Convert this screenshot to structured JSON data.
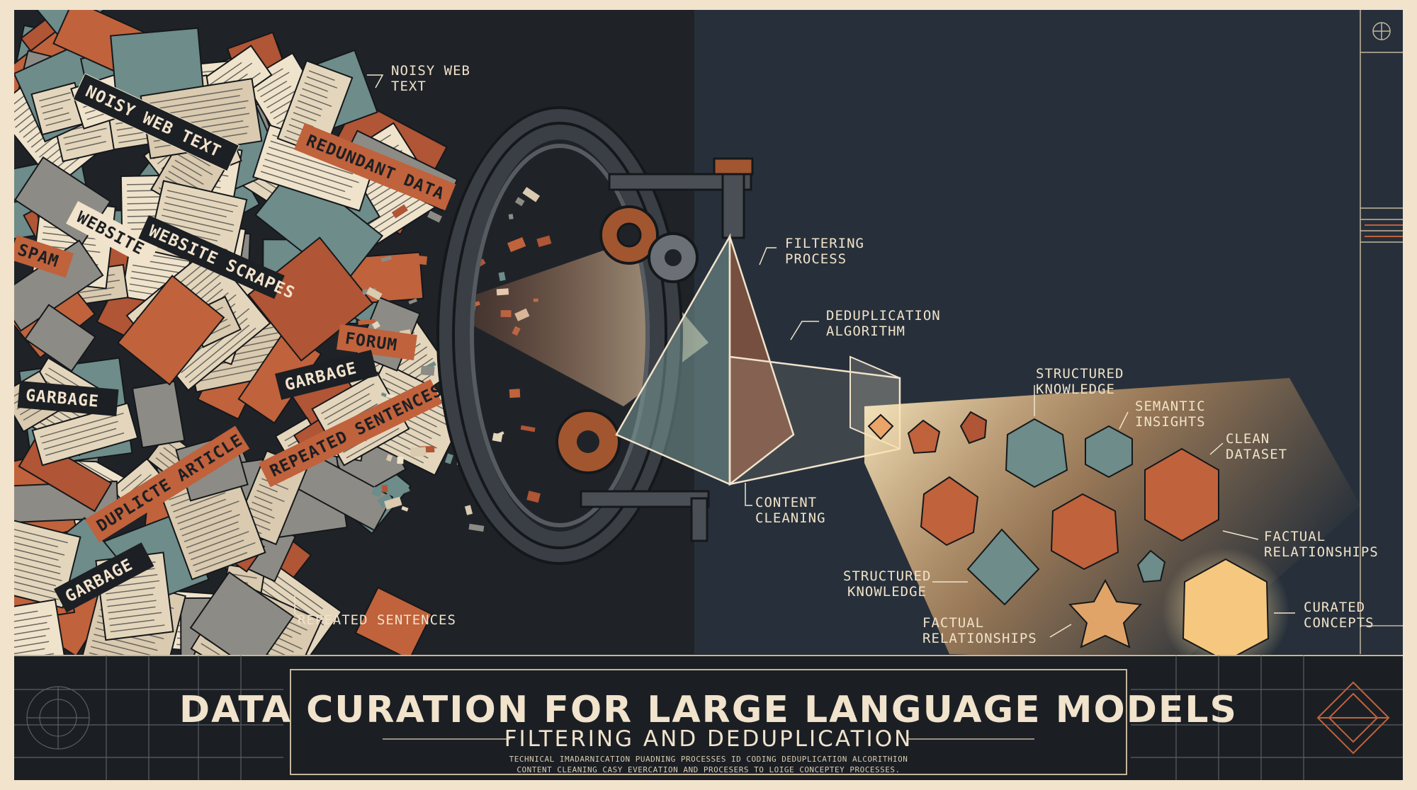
{
  "title": "DATA CURATION FOR LARGE LANGUAGE MODELS",
  "subtitle": "FILTERING AND DEDUPLICATION",
  "description": [
    "TECHNICAL IMADARNICATION PUADNING PROCESSES ID CODING DEDUPLICATION ALCORITHION",
    "CONTENT CLEANING CASY EVERCATION AND PROCESERS TO LOIGE CONCEPTEY PROCESSES."
  ],
  "noise_banners": {
    "noisy_web_text": "NOISY WEB TEXT",
    "redundant_data": "REDUNDANT DATA",
    "website": "WEBSITE",
    "website_scrapes": "WEBSITE SCRAPES",
    "spam": "SPAM",
    "forum": "FORUM",
    "garbage_1": "GARBAGE",
    "garbage_2": "GARBAGE",
    "garbage_3": "GARBAGE",
    "repeated_sentences": "REPEATED SENTENCES",
    "duplicate_article": "DUPLICTE ARTICLE"
  },
  "callouts": {
    "noisy_web_text": [
      "NOISY WEB",
      "TEXT"
    ],
    "repeated_sentences": [
      "REPEATED SENTENCES"
    ],
    "filtering_process": [
      "FILTERING",
      "PROCESS"
    ],
    "deduplication_algorithm": [
      "DEDUPLICATION",
      "ALGORITHM"
    ],
    "content_cleaning": [
      "CONTENT",
      "CLEANING"
    ],
    "structured_knowledge_top": [
      "STRUCTURED",
      "KNOWLEDGE"
    ],
    "semantic_insights": [
      "SEMANTIC",
      "INSIGHTS"
    ],
    "clean_dataset": [
      "CLEAN",
      "DATASET"
    ],
    "factual_relationships_right": [
      "FACTUAL",
      "RELATIONSHIPS"
    ],
    "structured_knowledge_bottom": [
      "STRUCTURED",
      "KNOWLEDGE"
    ],
    "factual_relationships_bottom": [
      "FACTUAL",
      "RELATIONSHIPS"
    ],
    "curated_concepts": [
      "CURATED",
      "CONCEPTS"
    ]
  },
  "colors": {
    "background_left": "#1f2328",
    "background_right": "#27303a",
    "cream": "#f1e3cc",
    "rust": "#c0623c",
    "teal": "#6d8c8a",
    "dark_panel": "#1b1f24",
    "glow": "#f6c77e"
  }
}
